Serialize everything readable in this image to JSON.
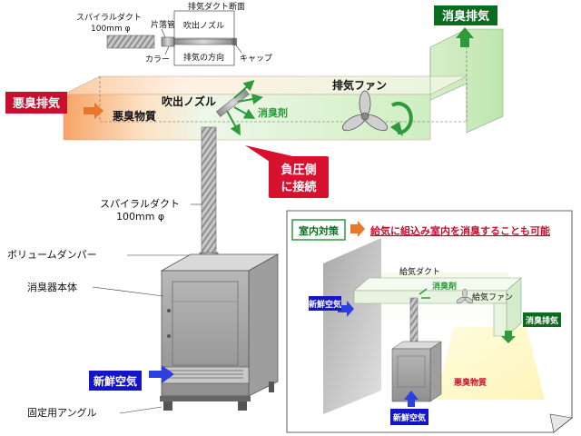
{
  "colors": {
    "red_label": "#c8102e",
    "green_label": "#0b6b1f",
    "blue_label": "#1414c8",
    "duct_green": "#dff2d6",
    "duct_orange": "#f7b07a"
  },
  "icons": [
    "arrow-right-icon",
    "arrow-up-icon",
    "fan-icon",
    "rotation-arrow-icon",
    "spray-arrows-icon"
  ],
  "inset_top": {
    "spiral_duct": "スパイラルダクト",
    "spiral_size": "100mm φ",
    "section_title": "排気ダクト断面",
    "piece_pipe": "片落管",
    "nozzle": "吹出ノズル",
    "collar": "カラー",
    "exhaust_direction": "排気の方向",
    "cap": "キャップ"
  },
  "main": {
    "malodor_exhaust": "悪臭排気",
    "deodorized_exhaust": "消臭排気",
    "malodor_substance": "悪臭物質",
    "nozzle": "吹出ノズル",
    "deodorant": "消臭剤",
    "exhaust_fan": "排気ファン",
    "negative_pressure": [
      "負圧側",
      "に接続"
    ],
    "spiral_duct": "スパイラルダクト",
    "spiral_size": "100mm φ",
    "volume_damper": "ボリュームダンパー",
    "unit_body": "消臭器本体",
    "fresh_air": "新鮮空気",
    "fixing_angle": "固定用アングル"
  },
  "room_box": {
    "badge": "室内対策",
    "headline": "給気に組込み室内を消臭することも可能",
    "supply_duct": "給気ダクト",
    "deodorant": "消臭剤",
    "supply_fan": "給気ファン",
    "fresh_air_left": "新鮮空気",
    "deodorized_exhaust": "消臭排気",
    "malodor_substance": "悪臭物質",
    "fresh_air_bottom": "新鮮空気"
  }
}
